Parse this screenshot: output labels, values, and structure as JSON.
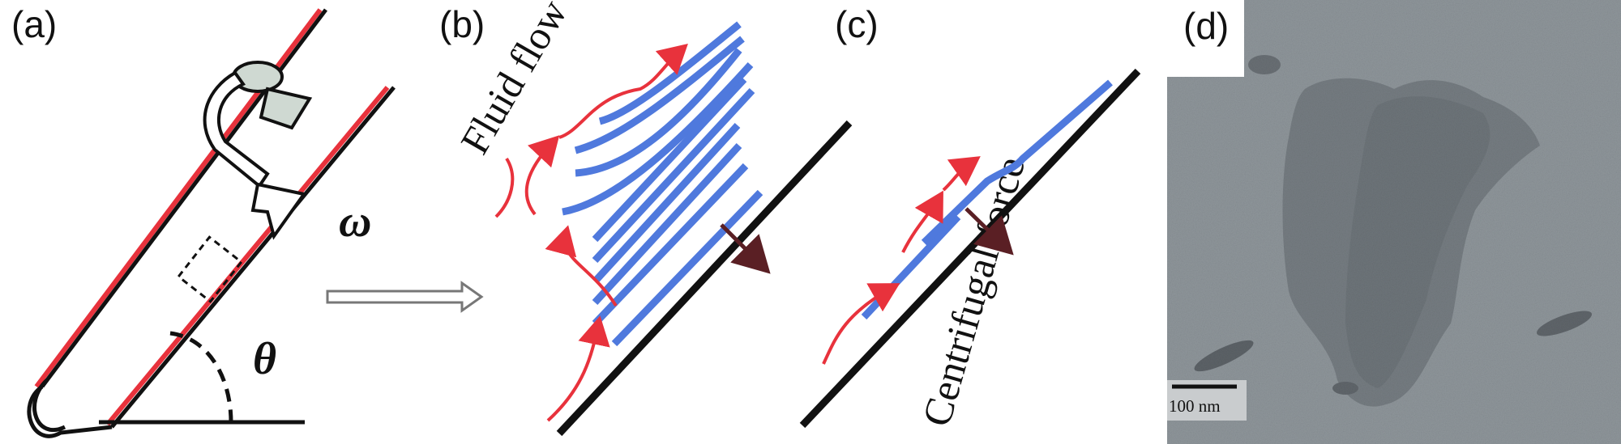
{
  "panels": {
    "a": {
      "label": "(a)",
      "omega": "ω",
      "theta": "θ"
    },
    "b": {
      "label": "(b)",
      "annotation": "Fluid flow"
    },
    "c": {
      "label": "(c)",
      "annotation": "Centrifugal force"
    },
    "d": {
      "label": "(d)",
      "scale_bar": "100 nm"
    }
  },
  "colors": {
    "tube": "#111111",
    "tube_highlight": "#e8323c",
    "flow_arrow": "#e8323c",
    "sheet": "#4f79dd",
    "force_arrow": "#5a1f24",
    "hollow_arrow": "#777777",
    "micrograph_bg": "#8f969b"
  }
}
